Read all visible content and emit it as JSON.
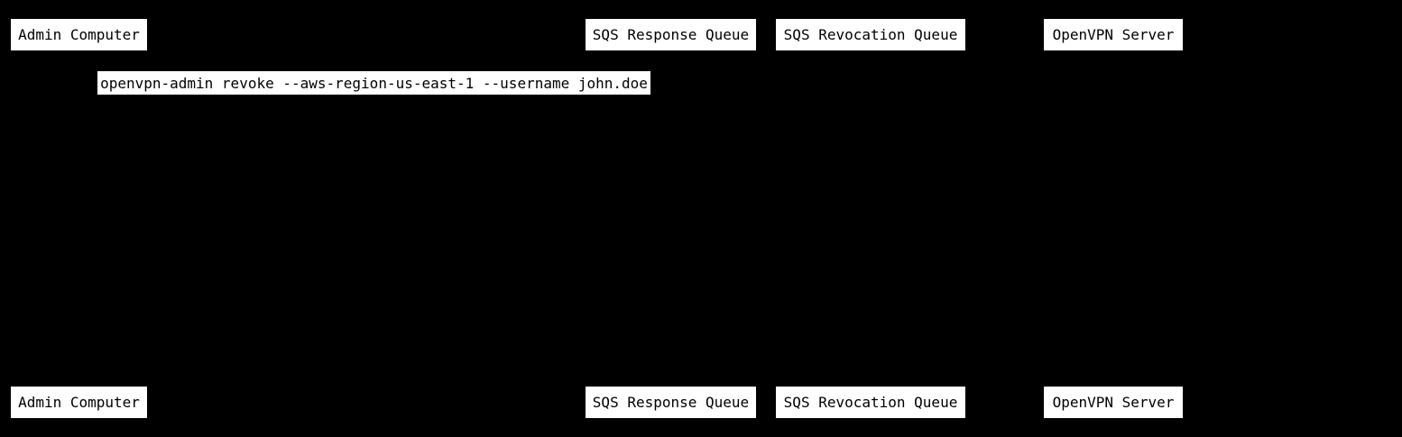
{
  "diagram": {
    "type": "sequence-diagram",
    "background_color": "#000000",
    "actor_box_fill": "#ffffff",
    "actor_box_text_color": "#000000",
    "actors": [
      "Admin Computer",
      "SQS Response Queue",
      "SQS Revocation Queue",
      "OpenVPN Server"
    ],
    "message": {
      "text": "openvpn-admin revoke --aws-region-us-east-1 --username john.doe"
    }
  }
}
